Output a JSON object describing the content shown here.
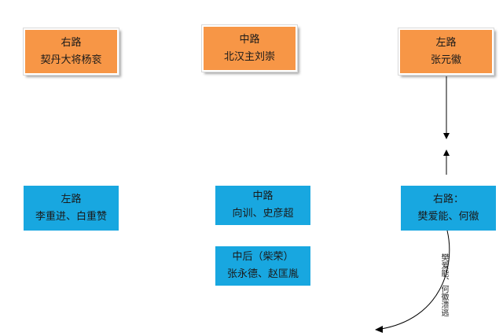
{
  "enemy": {
    "right": {
      "line1": "右路",
      "line2": "契丹大将杨衮"
    },
    "center": {
      "line1": "中路",
      "line2": "北汉主刘崇"
    },
    "left": {
      "line1": "左路",
      "line2": "张元徽"
    }
  },
  "zhou": {
    "left": {
      "line1": "左路",
      "line2": "李重进、白重赞"
    },
    "center": {
      "line1": "中路",
      "line2": "向训、史彦超"
    },
    "rear": {
      "line1": "中后（柴荣）",
      "line2": "张永德、赵匡胤"
    },
    "right": {
      "line1": "右路：",
      "line2": "樊爱能、何徽"
    }
  },
  "rout_label": "樊爱能、何徽溃逃",
  "colors": {
    "enemy_box": "#f79646",
    "zhou_box": "#18a7e0",
    "arrow": "#000000"
  }
}
